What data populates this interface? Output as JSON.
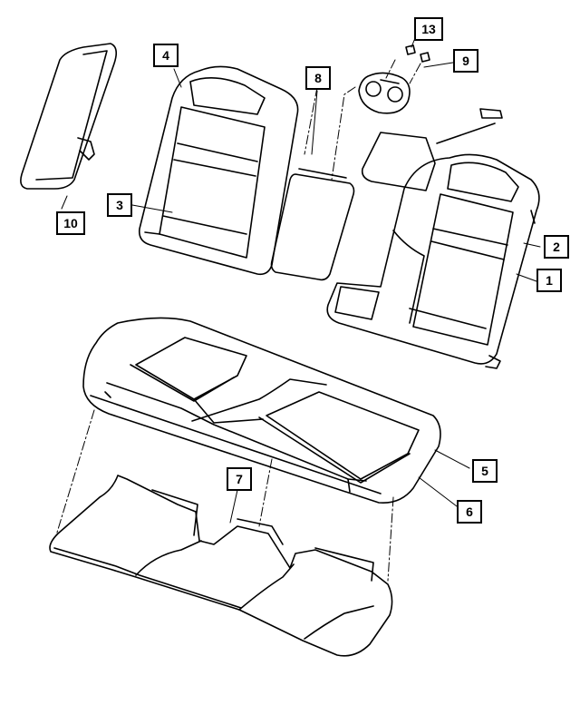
{
  "diagram": {
    "callouts": [
      {
        "id": "c1",
        "label": "1"
      },
      {
        "id": "c2",
        "label": "2"
      },
      {
        "id": "c3",
        "label": "3"
      },
      {
        "id": "c4",
        "label": "4"
      },
      {
        "id": "c5",
        "label": "5"
      },
      {
        "id": "c6",
        "label": "6"
      },
      {
        "id": "c7",
        "label": "7"
      },
      {
        "id": "c8",
        "label": "8"
      },
      {
        "id": "c9",
        "label": "9"
      },
      {
        "id": "c10",
        "label": "10"
      },
      {
        "id": "c13",
        "label": "13"
      }
    ]
  }
}
